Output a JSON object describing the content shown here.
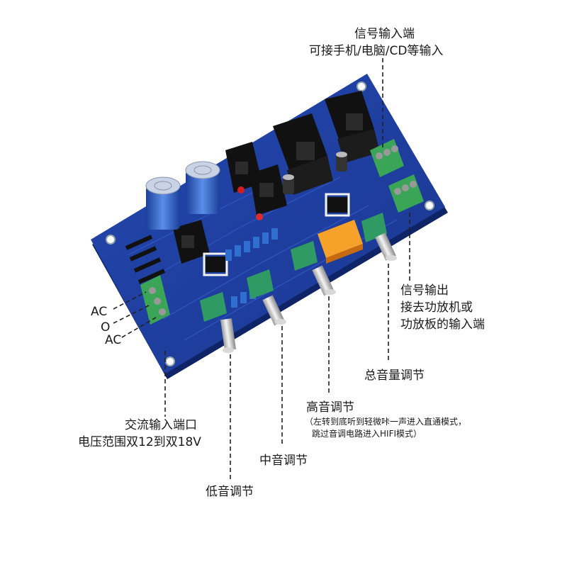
{
  "labels": {
    "signal_in_title": "信号输入端",
    "signal_in_sub": "可接手机/电脑/CD等输入",
    "signal_out_1": "信号输出",
    "signal_out_2": "接去功放机或",
    "signal_out_3": "功放板的输入端",
    "master_volume": "总音量调节",
    "treble": "高音调节",
    "treble_note_1": "（左转到底听到轻微咔一声进入直通模式，",
    "treble_note_2": "跳过音调电路进入HIFI模式）",
    "mid": "中音调节",
    "bass": "低音调节",
    "ac_in_1": "交流输入端口",
    "ac_in_2": "电压范围双12到双18V",
    "ac_top": "AC",
    "zero": "O",
    "ac_bottom": "AC"
  },
  "colors": {
    "pcb": "#1f3f9e",
    "pcb_dark": "#142c78",
    "terminal_green": "#3aa556",
    "pot_green": "#2f9a63",
    "cap_blue": "#2f6fd0",
    "relay_orange": "#f08a1a"
  }
}
